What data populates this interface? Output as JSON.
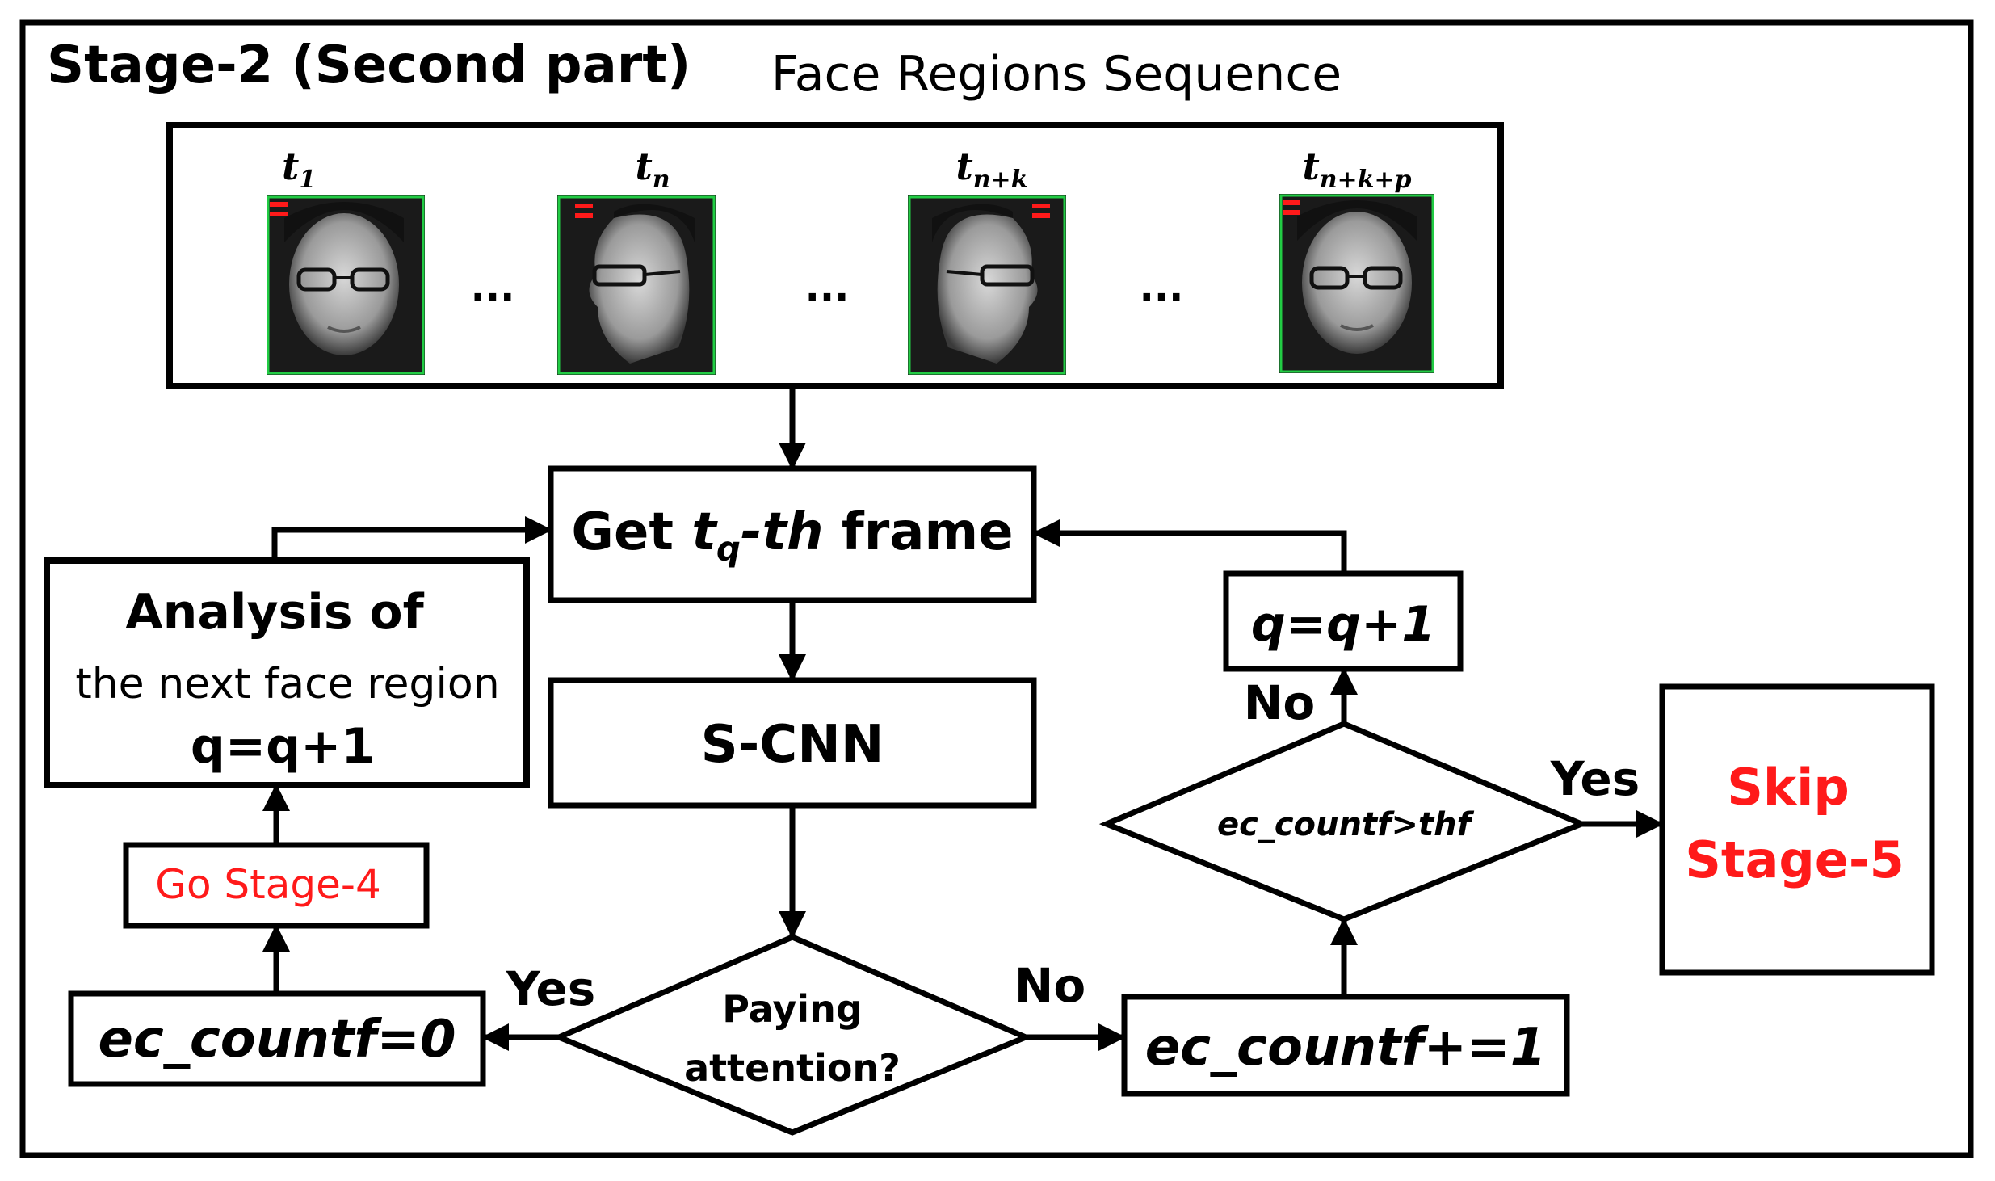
{
  "header": {
    "stage_label": "Stage-2 (Second part)",
    "sequence_title": "Face Regions Sequence"
  },
  "frames": [
    {
      "label_base": "t",
      "label_sub": "1",
      "pose": "frontal"
    },
    {
      "label_base": "t",
      "label_sub": "n",
      "pose": "profile"
    },
    {
      "label_base": "t",
      "label_sub": "n+k",
      "pose": "profile"
    },
    {
      "label_base": "t",
      "label_sub": "n+k+p",
      "pose": "frontal"
    }
  ],
  "ellipsis": "...",
  "nodes": {
    "get_frame": {
      "prefix": "Get ",
      "var": "t",
      "sub": "q",
      "italic_suffix": "-th",
      "suffix": " frame"
    },
    "scnn": "S-CNN",
    "paying_attention": {
      "line1": "Paying",
      "line2": "attention?"
    },
    "reset_counter": "ec_countf=0",
    "increment_counter": "ec_countf+=1",
    "threshold_check": "ec_countf>thf",
    "q_increment_right": "q=q+1",
    "go_stage4": "Go Stage-4",
    "analysis": {
      "line1": "Analysis of",
      "line2": "the next face region",
      "line3": "q=q+1"
    },
    "skip_stage5": {
      "line1": "Skip",
      "line2": "Stage-5"
    }
  },
  "edges": {
    "yes_left": "Yes",
    "no_right": "No",
    "yes_threshold": "Yes",
    "no_threshold": "No"
  },
  "colors": {
    "stroke": "#000000",
    "highlight_red": "#ff1a1a",
    "face_box_green": "#22cc44",
    "thumb_bg": "#1a1a1a"
  }
}
